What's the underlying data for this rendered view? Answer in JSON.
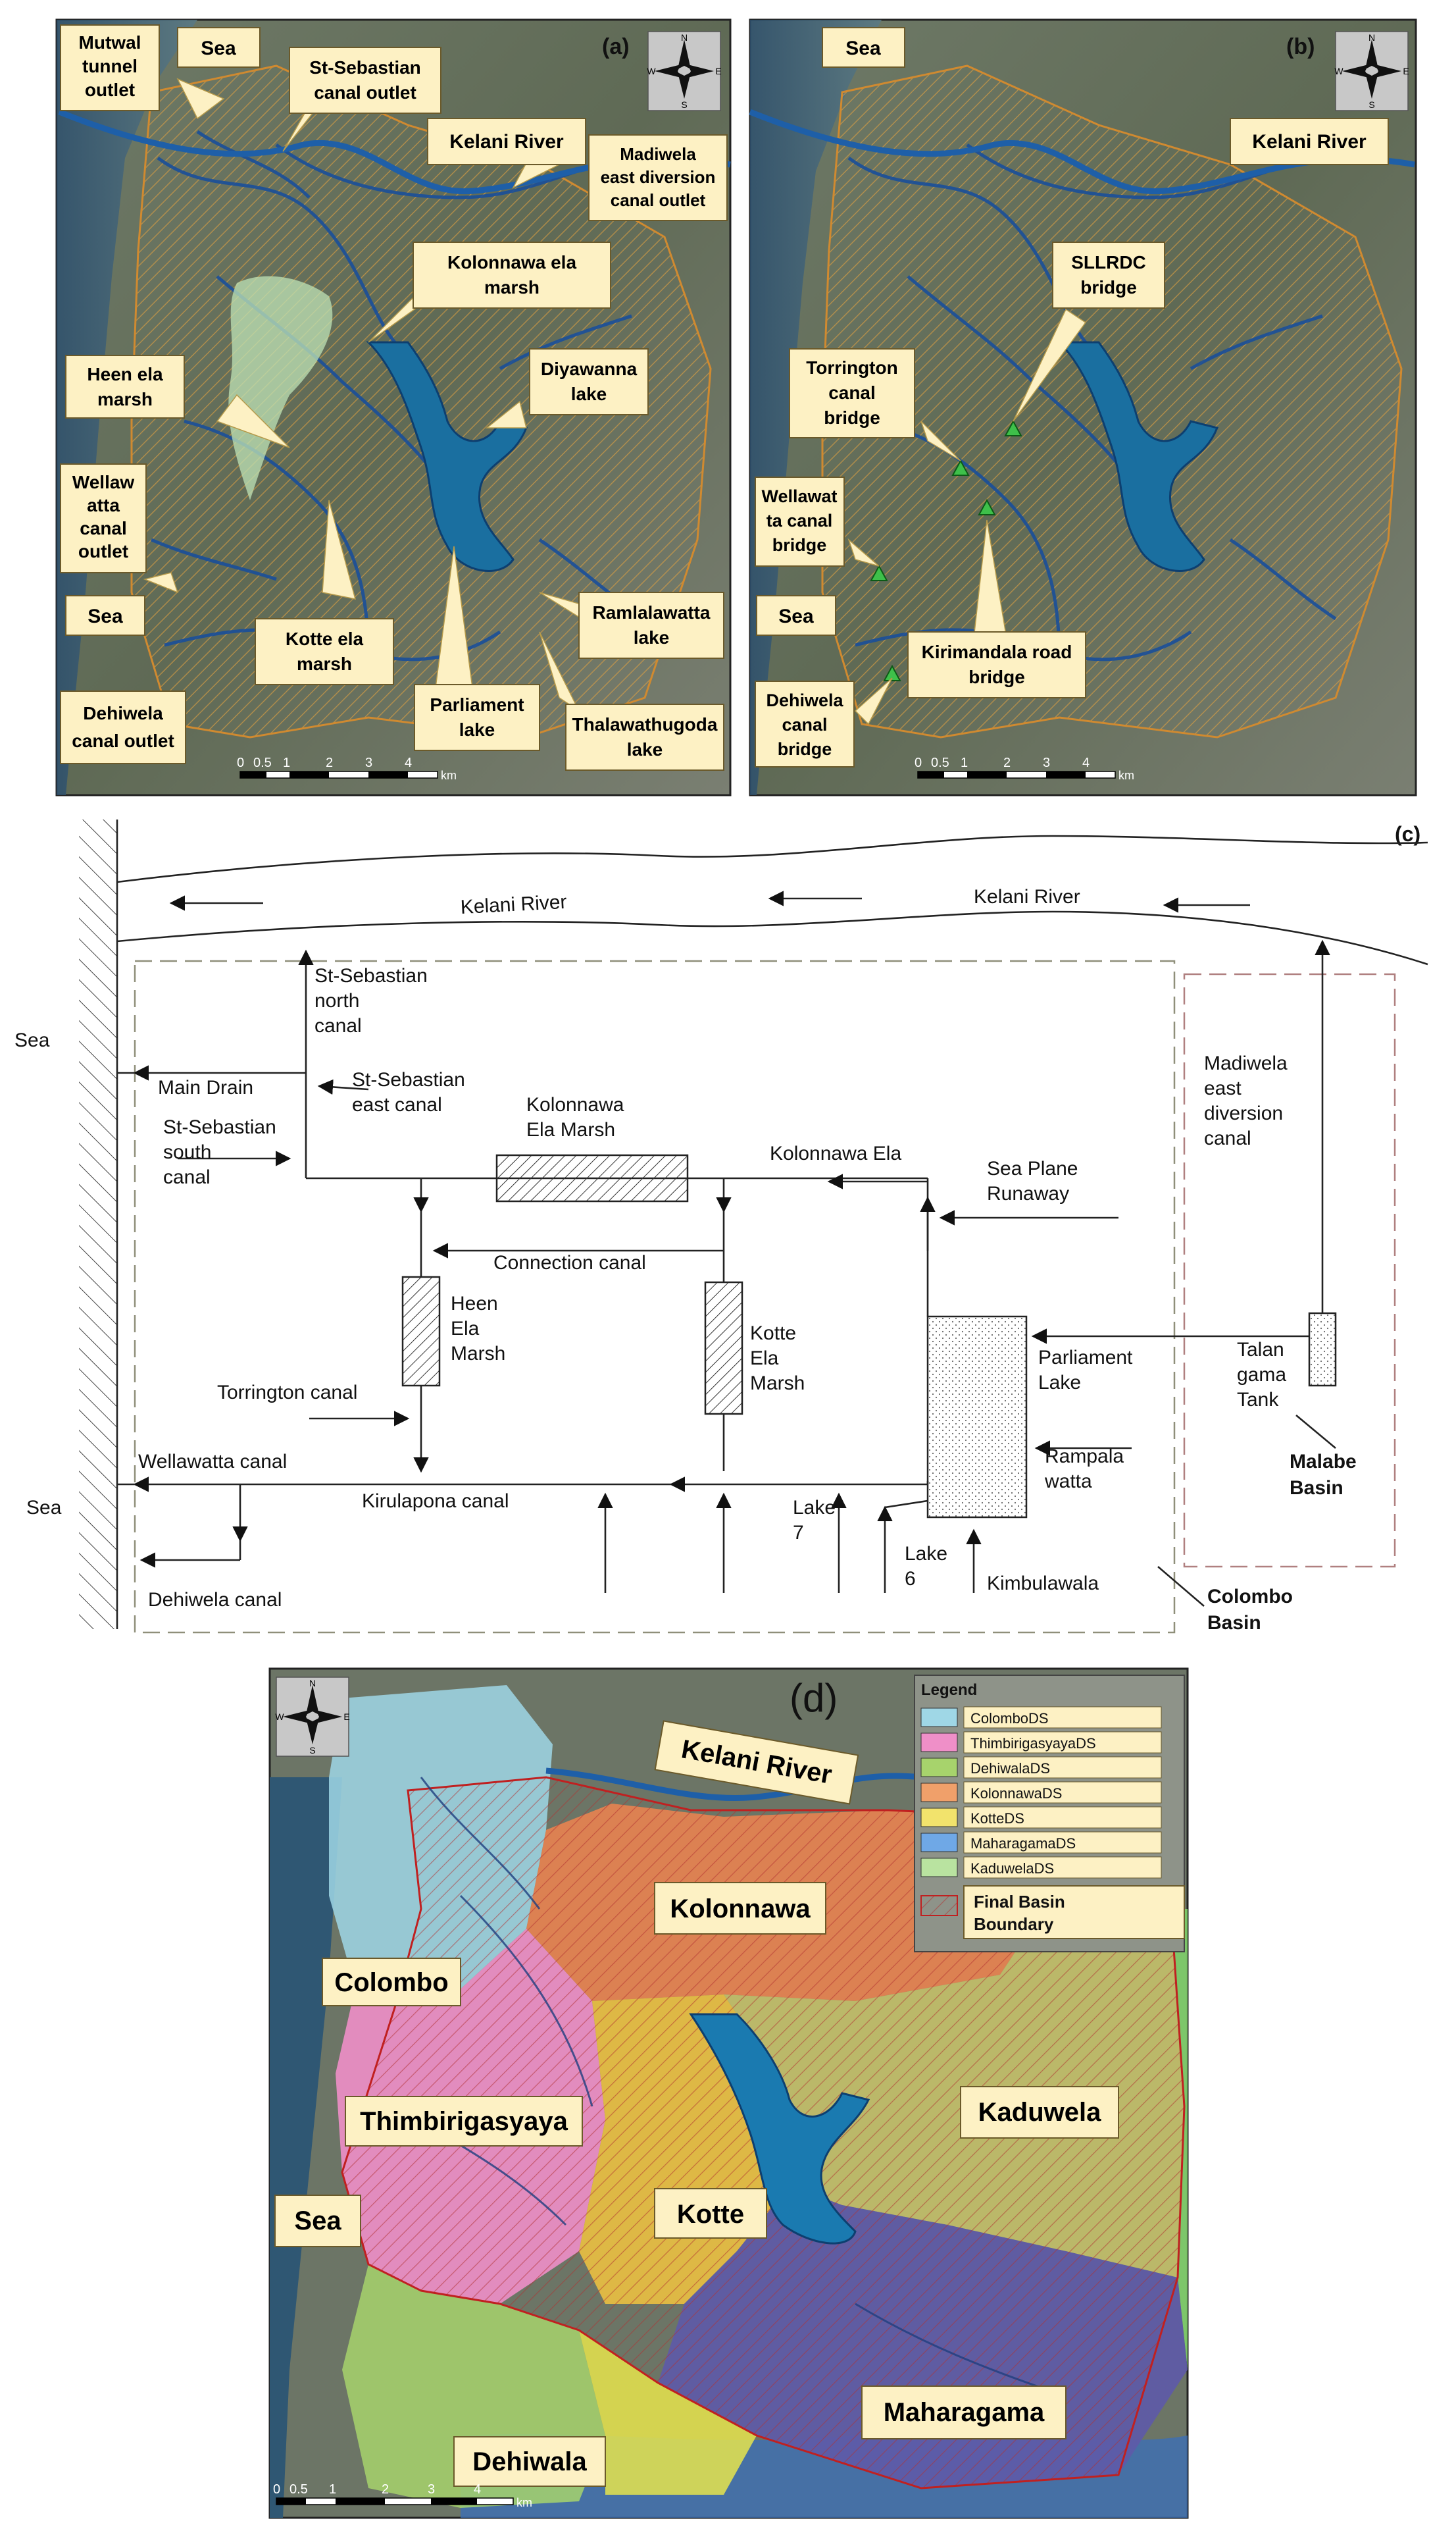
{
  "panels": {
    "a": {
      "tag": "(a)",
      "labels": {
        "sea_top": "Sea",
        "mutwal": [
          "Mutwal",
          "tunnel",
          "outlet"
        ],
        "st_sebastian_outlet": [
          "St-Sebastian",
          "canal outlet"
        ],
        "kelani": "Kelani River",
        "madiwela": [
          "Madiwela",
          "east diversion",
          "canal outlet"
        ],
        "kolonnawa_marsh": [
          "Kolonnawa ela",
          "marsh"
        ],
        "heen_marsh": [
          "Heen ela",
          "marsh"
        ],
        "diyawanna": [
          "Diyawanna",
          "lake"
        ],
        "wellawatta_outlet": [
          "Wellaw",
          "atta",
          "canal",
          "outlet"
        ],
        "ramlalawatta": [
          "Ramlalawatta",
          "lake"
        ],
        "sea_bottom": "Sea",
        "kotte_marsh": [
          "Kotte ela",
          "marsh"
        ],
        "parliament": [
          "Parliament",
          "lake"
        ],
        "thalawathugoda": [
          "Thalawathugoda",
          "lake"
        ],
        "dehiwela_outlet": [
          "Dehiwela",
          "canal outlet"
        ]
      }
    },
    "b": {
      "tag": "(b)",
      "labels": {
        "sea_top": "Sea",
        "kelani": "Kelani River",
        "sllrdc": [
          "SLLRDC",
          "bridge"
        ],
        "torrington": [
          "Torrington",
          "canal",
          "bridge"
        ],
        "wellawatta": [
          "Wellawat",
          "ta canal",
          "bridge"
        ],
        "sea_bottom": "Sea",
        "kirimandala": [
          "Kirimandala road",
          "bridge"
        ],
        "dehiwela": [
          "Dehiwela",
          "canal",
          "bridge"
        ]
      }
    },
    "c": {
      "tag": "(c)",
      "labels": {
        "kelani_left": "Kelani River",
        "kelani_right": "Kelani River",
        "sea_top": "Sea",
        "sea_bottom": "Sea",
        "st_seb_north": [
          "St-Sebastian",
          "north",
          "canal"
        ],
        "main_drain": "Main Drain",
        "st_seb_east": [
          "St-Sebastian",
          "east canal"
        ],
        "st_seb_south": [
          "St-Sebastian",
          "south",
          "canal"
        ],
        "kolonnawa_marsh": [
          "Kolonnawa",
          "Ela Marsh"
        ],
        "kolonnawa_ela": "Kolonnawa Ela",
        "sea_plane": [
          "Sea Plane",
          "Runaway"
        ],
        "madiwela": [
          "Madiwela",
          "east",
          "diversion",
          "canal"
        ],
        "connection": "Connection canal",
        "heen_marsh": [
          "Heen",
          "Ela",
          "Marsh"
        ],
        "kotte_marsh": [
          "Kotte",
          "Ela",
          "Marsh"
        ],
        "parliament": [
          "Parliament",
          "Lake"
        ],
        "talangama": [
          "Talan",
          "gama",
          "Tank"
        ],
        "torrington": "Torrington canal",
        "wellawatta": "Wellawatta canal",
        "kirulapona": "Kirulapona canal",
        "rampala": [
          "Rampala",
          "watta"
        ],
        "malabe": [
          "Malabe",
          "Basin"
        ],
        "lake7": [
          "Lake",
          "7"
        ],
        "lake6": [
          "Lake",
          "6"
        ],
        "kimbulawala": "Kimbulawala",
        "dehiwela": "Dehiwela canal",
        "colombo_basin": [
          "Colombo",
          "Basin"
        ]
      }
    },
    "d": {
      "tag": "(d)",
      "region_labels": {
        "kelani": "Kelani River",
        "kolonnawa": "Kolonnawa",
        "colombo": "Colombo",
        "thimbirigasyaya": "Thimbirigasyaya",
        "kaduwela": "Kaduwela",
        "sea": "Sea",
        "kotte": "Kotte",
        "maharagama": "Maharagama",
        "dehiwala": "Dehiwala"
      },
      "legend": {
        "title": "Legend",
        "items": [
          {
            "label": "ColomboDS",
            "color": "#9fd7e6"
          },
          {
            "label": "ThimbirigasyayaDS",
            "color": "#ef8fc8"
          },
          {
            "label": "DehiwalaDS",
            "color": "#a7d36c"
          },
          {
            "label": "KolonnawaDS",
            "color": "#f0a06a"
          },
          {
            "label": "KotteDS",
            "color": "#f2e36c"
          },
          {
            "label": "MaharagamaDS",
            "color": "#6fa8e6"
          },
          {
            "label": "KaduwelaDS",
            "color": "#b9e3a0"
          }
        ],
        "boundary": [
          "Final Basin",
          "Boundary"
        ]
      }
    }
  },
  "scale": {
    "ticks": [
      "0",
      "0.5",
      "1",
      "2",
      "3",
      "4"
    ],
    "unit": "km"
  },
  "compass": {
    "n": "N",
    "s": "S",
    "e": "E",
    "w": "W"
  }
}
